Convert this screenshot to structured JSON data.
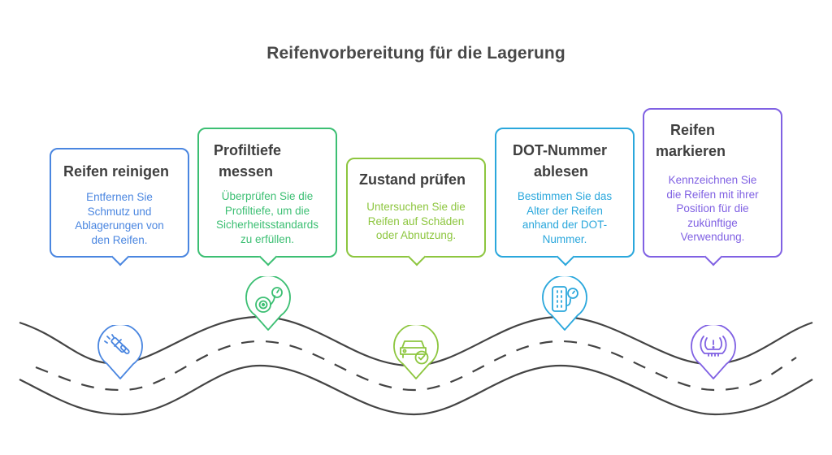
{
  "title": "Reifenvorbereitung für die Lagerung",
  "steps": [
    {
      "heading": "Reifen reinigen",
      "text_lines": [
        "Entfernen Sie",
        "Schmutz und",
        "Ablagerungen von",
        "den Reifen."
      ],
      "color": "#4a86e0",
      "icon": "squeegee-icon"
    },
    {
      "heading_lines": [
        "Profiltiefe",
        "messen"
      ],
      "text_lines": [
        "Überprüfen Sie die",
        "Profiltiefe, um die",
        "Sicherheitsstandards",
        "zu erfüllen."
      ],
      "color": "#3cbf73",
      "icon": "tread-gauge-icon"
    },
    {
      "heading": "Zustand prüfen",
      "text_lines": [
        "Untersuchen Sie die",
        "Reifen auf Schäden",
        "oder Abnutzung."
      ],
      "color": "#8dc63f",
      "icon": "car-check-icon"
    },
    {
      "heading_lines": [
        "DOT-Nummer",
        "ablesen"
      ],
      "text_lines": [
        "Bestimmen Sie das",
        "Alter der Reifen",
        "anhand der DOT-",
        "Nummer."
      ],
      "color": "#2aa7dc",
      "icon": "tire-pressure-gauge-icon"
    },
    {
      "heading_lines": [
        "Reifen",
        "markieren"
      ],
      "text_lines": [
        "Kennzeichnen Sie",
        "die Reifen mit ihrer",
        "Position für die",
        "zukünftige",
        "Verwendung."
      ],
      "color": "#8061e3",
      "icon": "tpms-warning-icon"
    }
  ],
  "road_color": "#444444"
}
